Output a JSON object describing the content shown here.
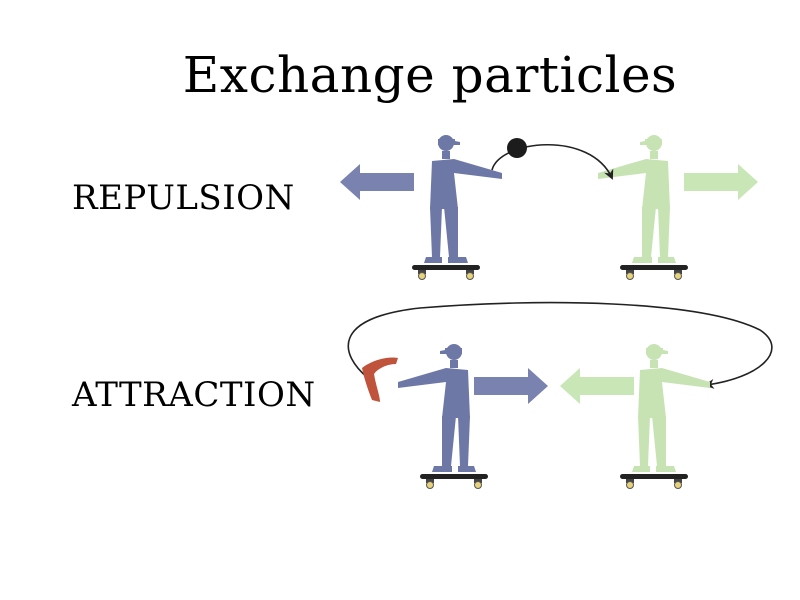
{
  "slide": {
    "title": "Exchange particles"
  },
  "rows": {
    "repulsion": {
      "label": "REPULSION",
      "exchange_object": "ball",
      "arrow_direction": "outward"
    },
    "attraction": {
      "label": "ATTRACTION",
      "exchange_object": "boomerang",
      "arrow_direction": "inward"
    }
  },
  "colors": {
    "left_person": "#6e78a6",
    "right_person": "#c7e3b4",
    "left_arrow": "#7a83b0",
    "right_arrow": "#c9e6b6",
    "boomerang": "#c0533b",
    "ball": "#1c1c1c",
    "board": "#222222",
    "wheel": "#e8d27a"
  },
  "icons": [
    "person-on-skateboard-icon",
    "ball-icon",
    "boomerang-icon",
    "arrow-icon"
  ]
}
